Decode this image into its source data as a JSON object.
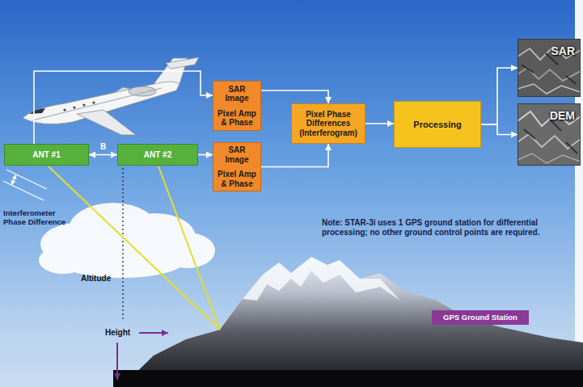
{
  "diagram": {
    "nodes": [
      {
        "text": [
          "ANT #1"
        ]
      },
      {
        "text": [
          "ANT #2"
        ]
      },
      {
        "text": [
          "SAR Image",
          "Pixel Amp & Phase"
        ]
      },
      {
        "text": [
          "SAR Image",
          "Pixel Amp & Phase"
        ]
      },
      {
        "text": [
          "Pixel Phase Differences (Interferogram)"
        ]
      },
      {
        "text": [
          "Processing"
        ]
      },
      {
        "text": [
          "SAR"
        ]
      },
      {
        "text": [
          "DEM"
        ]
      },
      {
        "text": [
          "GPS Ground Station"
        ]
      }
    ],
    "edges": [
      {
        "from": 0,
        "to": 1,
        "arrow": "both",
        "label": "B"
      },
      {
        "from": 0,
        "to": 2,
        "arrow": "to"
      },
      {
        "from": 1,
        "to": 3,
        "arrow": "to"
      },
      {
        "from": 2,
        "to": 4,
        "arrow": "to"
      },
      {
        "from": 3,
        "to": 4,
        "arrow": "to"
      },
      {
        "from": 4,
        "to": 5,
        "arrow": "to"
      },
      {
        "from": 5,
        "to": 6,
        "arrow": "to"
      },
      {
        "from": 5,
        "to": 7,
        "arrow": "to"
      }
    ],
    "labels": [
      "Interferometer Phase Difference",
      "Altitude",
      "Height",
      "Note: STAR-3i uses 1 GPS ground station for differential processing; no other ground control points are required."
    ]
  }
}
